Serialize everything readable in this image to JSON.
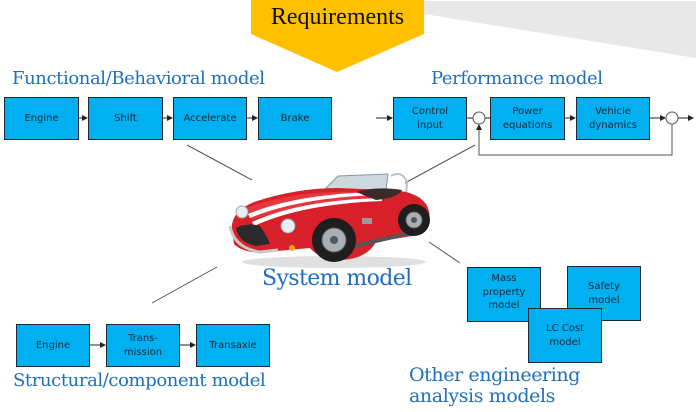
{
  "requirements": {
    "label": "Requirements",
    "fill_color": "#ffc000",
    "backdrop_color": "#e8e8e8"
  },
  "colors": {
    "box_fill": "#00b0f0",
    "heading_text": "#1f6fbf",
    "connector": "#555555"
  },
  "functional_model": {
    "title": "Functional/Behavioral model",
    "blocks": [
      "Engine",
      "Shift",
      "Accelerate",
      "Brake"
    ]
  },
  "performance_model": {
    "title": "Performance model",
    "blocks": [
      "Control\ninput",
      "Power\nequations",
      "Vehicle\ndynamics"
    ],
    "summing_junctions": 2,
    "feedback_loop": true
  },
  "system_model": {
    "title": "System model",
    "image": "red-roadster-car"
  },
  "structural_model": {
    "title": "Structural/component model",
    "blocks": [
      "Engine",
      "Trans-\nmission",
      "Transaxle"
    ]
  },
  "other_models": {
    "title_line1": "Other engineering",
    "title_line2": "analysis models",
    "blocks": [
      "Mass\nproperty\nmodel",
      "Safety\nmodel",
      "LC Cost\nmodel"
    ]
  }
}
